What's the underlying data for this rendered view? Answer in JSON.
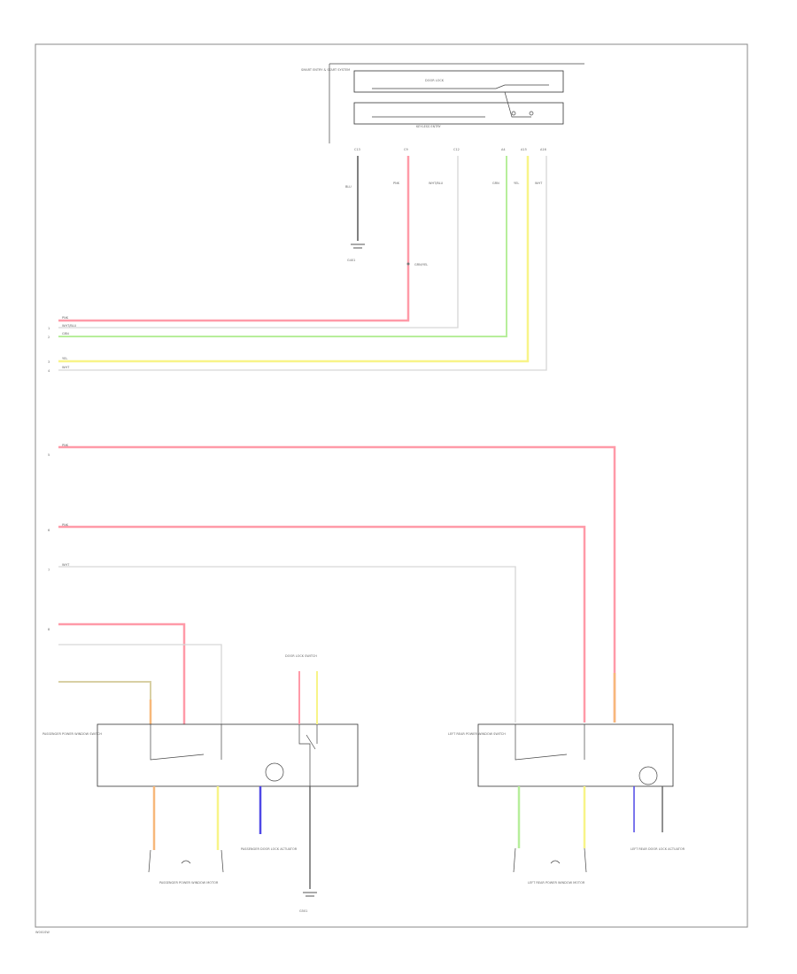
{
  "diagram": {
    "top_module_label": "SMART ENTRY & START SYSTEM",
    "top_module_sub_label": "KEYLESS ENTRY",
    "top_module_inner_label": "DOOR LOCK",
    "top_pin_labels": [
      "C13",
      "C9",
      "C12",
      "A4",
      "A15",
      "A16"
    ],
    "top_wire_labels": [
      "BLU",
      "PNK",
      "WHT/BLU",
      "GRN",
      "YEL",
      "WHT"
    ],
    "ground_top_label": "G401",
    "splice_label": "GRN/YEL",
    "bus_wire_labels": [
      "PNK",
      "WHT/BLU",
      "GRN",
      "YEL",
      "WHT",
      "PNK",
      "PNK",
      "WHT"
    ],
    "bus_row_numbers": [
      "1",
      "2",
      "3",
      "4",
      "5",
      "6",
      "7",
      "8"
    ],
    "left_switch_label": "PASSENGER POWER WINDOW SWITCH",
    "left_motor_label": "PASSENGER POWER WINDOW MOTOR",
    "left_lock_label": "PASSENGER DOOR LOCK ACTUATOR",
    "door_lock_switch_label": "DOOR LOCK SWITCH",
    "right_switch_label": "LEFT REAR POWER WINDOW SWITCH",
    "right_motor_label": "LEFT REAR POWER WINDOW MOTOR",
    "right_lock_label": "LEFT REAR DOOR LOCK ACTUATOR",
    "ground_bottom_label": "G501",
    "footer_code": "W001SW"
  },
  "colors": {
    "pink": "#ff9aa8",
    "green": "#b7ee9b",
    "yellow": "#f8f488",
    "orange": "#f7b87a",
    "blue": "#4f48e6",
    "white": "#d6d6d6",
    "khaki": "#d8d0a4",
    "black": "#333333"
  }
}
